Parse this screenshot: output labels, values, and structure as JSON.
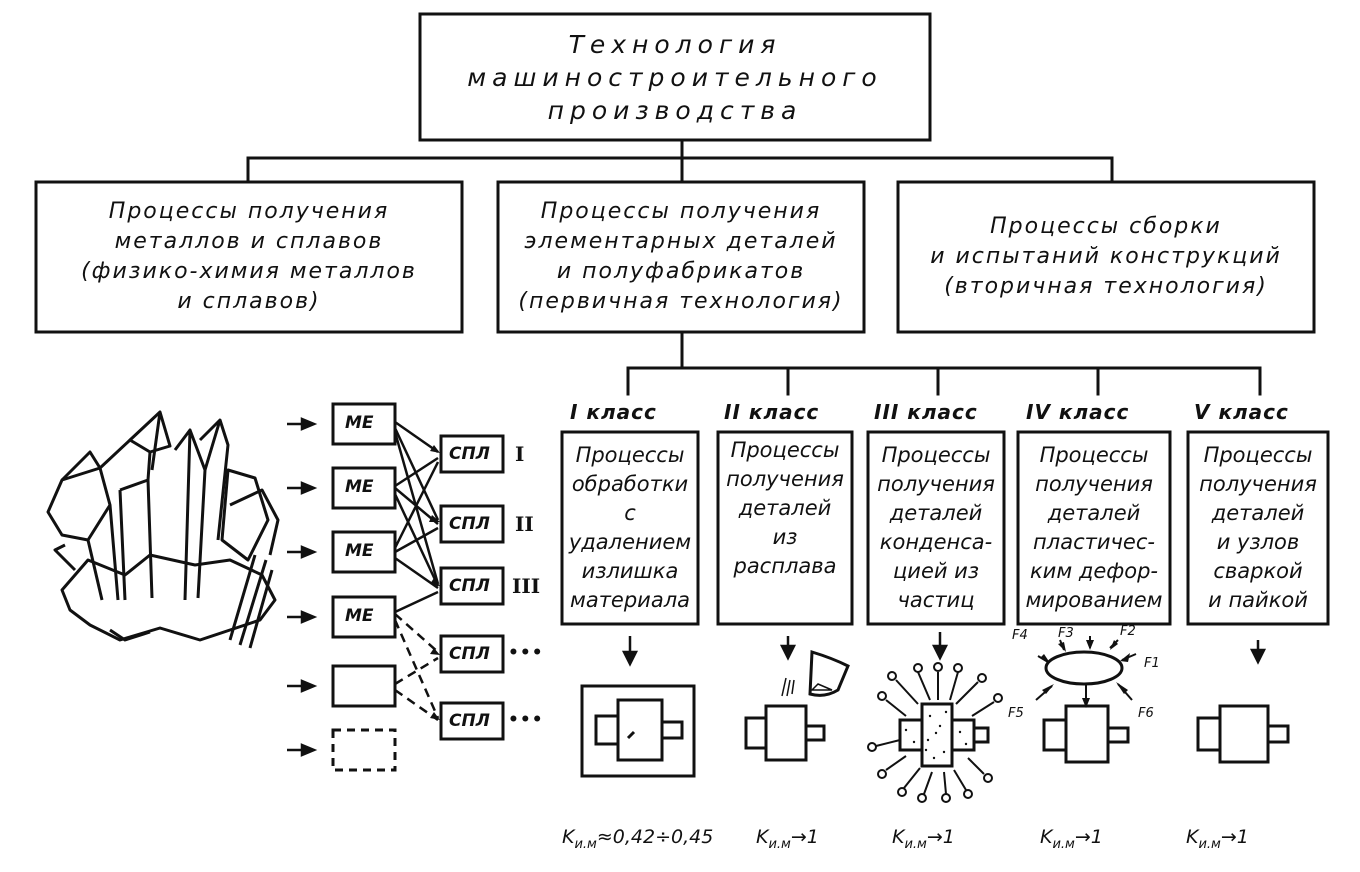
{
  "top": {
    "lines": [
      "Технология",
      "машиностроительного",
      "производства"
    ]
  },
  "processes": [
    {
      "lines": [
        "Процессы получения",
        "металлов и сплавов",
        "(физико-химия металлов",
        "и сплавов)"
      ]
    },
    {
      "lines": [
        "Процессы получения",
        "элементарных деталей",
        "и полуфабрикатов",
        "(первичная технология)"
      ]
    },
    {
      "lines": [
        "Процессы сборки",
        "и испытаний конструкций",
        "(вторичная технология)"
      ]
    }
  ],
  "materials": {
    "me_label": "МЕ",
    "spl_label": "СПЛ",
    "roman": [
      "I",
      "II",
      "III"
    ],
    "ellipsis": "•••"
  },
  "classes": [
    {
      "head": "I класс",
      "lines": [
        "Процессы",
        "обработки",
        "с",
        "удалением",
        "излишка",
        "материала"
      ],
      "kim_sub": "и.м",
      "kim_value": "≈0,42÷0,45"
    },
    {
      "head": "II класс",
      "lines": [
        "Процессы",
        "получения",
        "деталей",
        "из",
        "расплава"
      ],
      "kim_sub": "и.м",
      "kim_value": "→1"
    },
    {
      "head": "III класс",
      "lines": [
        "Процессы",
        "получения",
        "деталей",
        "конденса-",
        "цией из",
        "частиц"
      ],
      "kim_sub": "и.м",
      "kim_value": "→1"
    },
    {
      "head": "IV класс",
      "lines": [
        "Процессы",
        "получения",
        "деталей",
        "пластичес-",
        "ким дефор-",
        "мированием"
      ],
      "kim_sub": "и.м",
      "kim_value": "→1"
    },
    {
      "head": "V класс",
      "lines": [
        "Процессы",
        "получения",
        "деталей",
        "и узлов",
        "сваркой",
        "и пайкой"
      ],
      "kim_sub": "и.м",
      "kim_value": "→1"
    }
  ],
  "kim_symbol": "K",
  "forces": [
    "F1",
    "F2",
    "F3",
    "F4",
    "F5",
    "F6"
  ]
}
